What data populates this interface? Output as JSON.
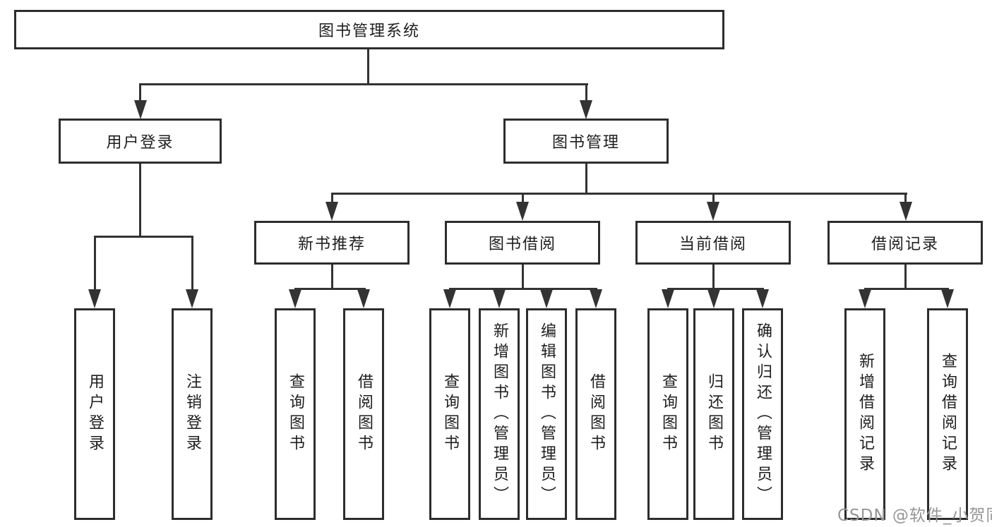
{
  "diagram": {
    "root": {
      "label": "图书管理系统"
    },
    "level2": [
      {
        "id": "user-login",
        "label": "用户登录"
      },
      {
        "id": "book-management",
        "label": "图书管理"
      }
    ],
    "level3": [
      {
        "id": "new-book-recommend",
        "parent": "book-management",
        "label": "新书推荐"
      },
      {
        "id": "book-borrow",
        "parent": "book-management",
        "label": "图书借阅"
      },
      {
        "id": "current-borrow",
        "parent": "book-management",
        "label": "当前借阅"
      },
      {
        "id": "borrow-records",
        "parent": "book-management",
        "label": "借阅记录"
      }
    ],
    "leaves": [
      {
        "parent": "user-login",
        "label": "用户登录"
      },
      {
        "parent": "user-login",
        "label": "注销登录"
      },
      {
        "parent": "new-book-recommend",
        "label": "查询图书"
      },
      {
        "parent": "new-book-recommend",
        "label": "借阅图书"
      },
      {
        "parent": "book-borrow",
        "label": "查询图书"
      },
      {
        "parent": "book-borrow",
        "label": "新增图书（管理员）"
      },
      {
        "parent": "book-borrow",
        "label": "编辑图书（管理员）"
      },
      {
        "parent": "book-borrow",
        "label": "借阅图书"
      },
      {
        "parent": "current-borrow",
        "label": "查询图书"
      },
      {
        "parent": "current-borrow",
        "label": "归还图书"
      },
      {
        "parent": "current-borrow",
        "label": "确认归还（管理员）"
      },
      {
        "parent": "borrow-records",
        "label": "新增借阅记录"
      },
      {
        "parent": "borrow-records",
        "label": "查询借阅记录"
      }
    ]
  },
  "watermark": {
    "text": "CSDN @软件_小贺同学"
  },
  "colors": {
    "line": "#333333",
    "box_border": "#2d2d2d",
    "box_fill": "#ffffff",
    "text": "#1e1e1e",
    "background": "#ffffff",
    "watermark": "#969696"
  }
}
